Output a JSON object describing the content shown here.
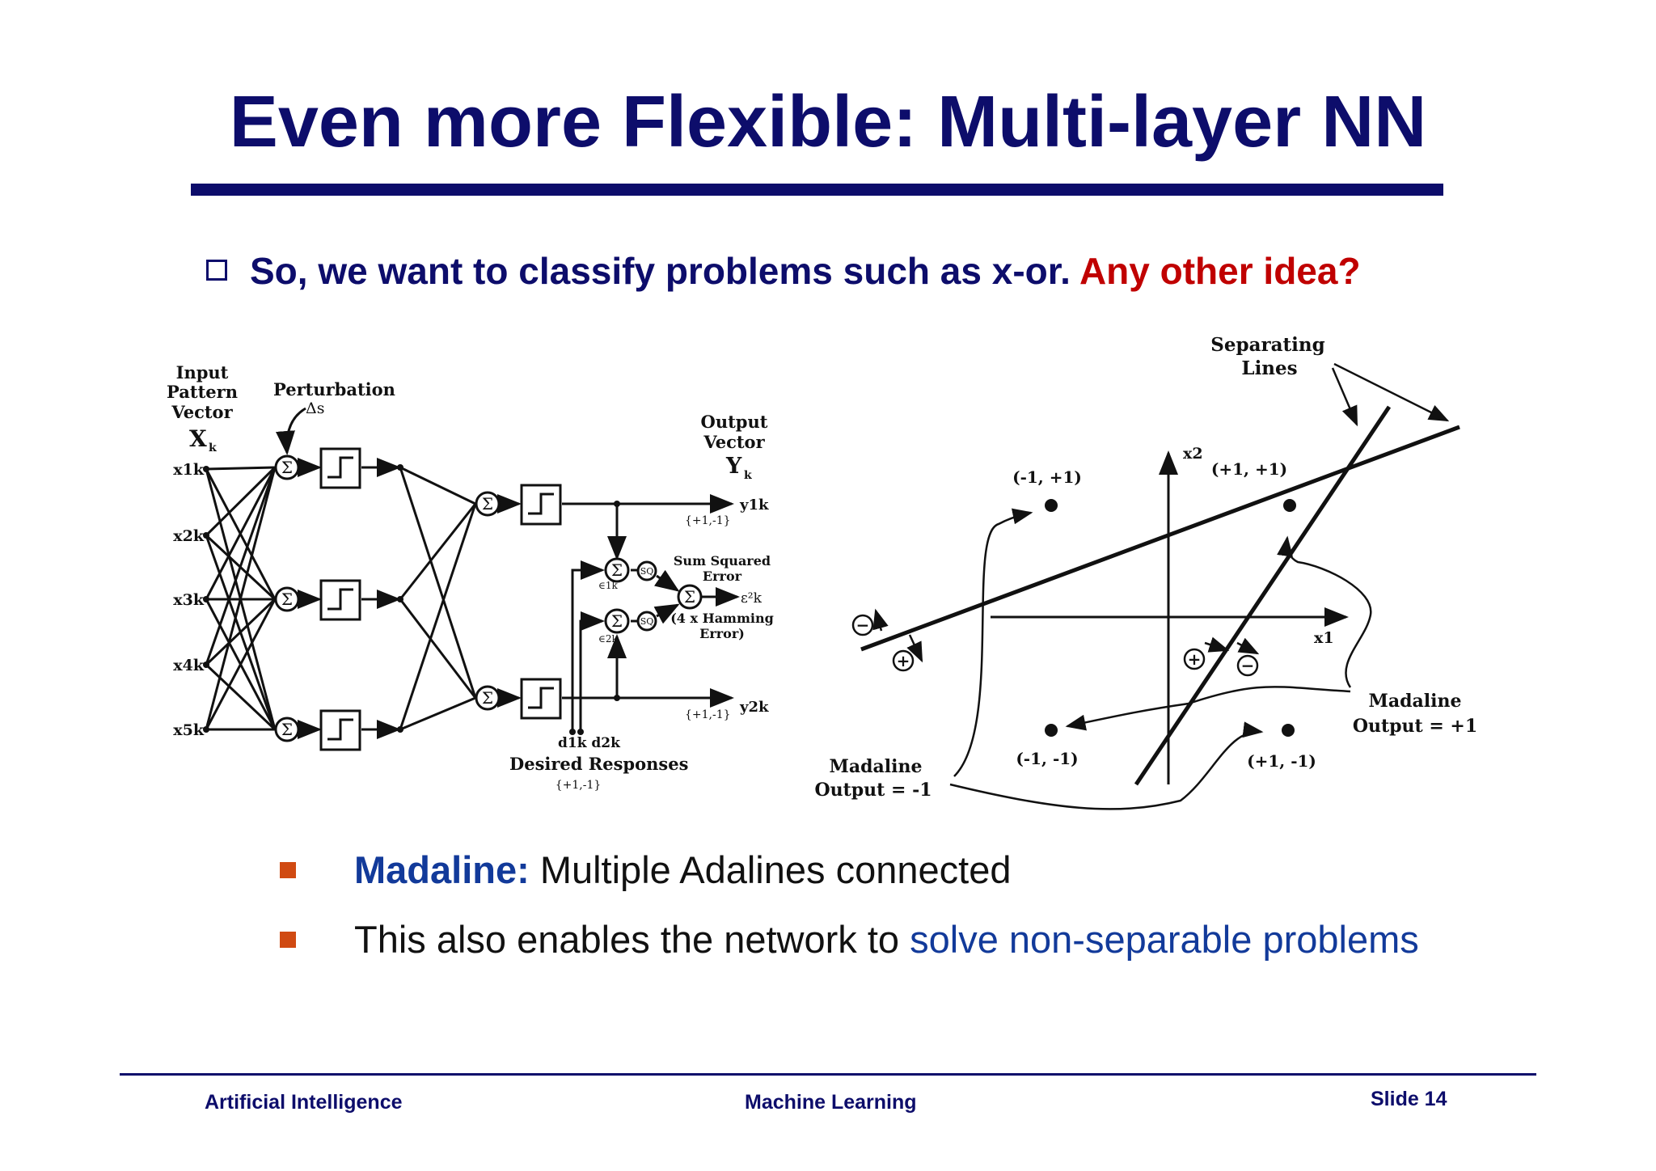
{
  "slide": {
    "title": "Even more Flexible: Multi-layer NN",
    "bullet_main": "So, we want to classify problems such as x-or.",
    "bullet_highlight": "Any other idea?"
  },
  "figure_left": {
    "input_label": [
      "Input",
      "Pattern",
      "Vector"
    ],
    "input_symbol": "X",
    "input_sub": "k",
    "inputs": [
      "x1k",
      "x2k",
      "x3k",
      "x4k",
      "x5k"
    ],
    "perturbation": "Perturbation",
    "delta": "Δs",
    "output_label": [
      "Output",
      "Vector"
    ],
    "output_symbol": "Y",
    "output_sub": "k",
    "y1": "y1k",
    "y2": "y2k",
    "range_top": "{+1,-1}",
    "range_bottom": "{+1,-1}",
    "sum": "Σ",
    "sq": "SQ",
    "eps1": "∈1k",
    "eps2": "∈2k",
    "sse": [
      "Sum Squared",
      "Error"
    ],
    "sse_symbol": "ε²k",
    "hamming": [
      "(4 x Hamming",
      "Error)"
    ],
    "d_labels": "d1k d2k",
    "desired": "Desired  Responses",
    "desired_range": "{+1,-1}"
  },
  "figure_right": {
    "separating": [
      "Separating",
      "Lines"
    ],
    "x2": "x2",
    "x1": "x1",
    "pt_tl": "(-1, +1)",
    "pt_tr": "(+1, +1)",
    "pt_bl": "(-1, -1)",
    "pt_br": "(+1, -1)",
    "madaline_pos": [
      "Madaline",
      "Output = +1"
    ],
    "madaline_neg": [
      "Madaline",
      "Output = -1"
    ],
    "minus": "−",
    "plus": "+"
  },
  "bullets": {
    "b1_bold": "Madaline:",
    "b1_rest": " Multiple Adalines connected",
    "b2_pre": "This also enables the network to ",
    "b2_blue": "solve non-separable problems"
  },
  "footer": {
    "left": "Artificial Intelligence",
    "center": "Machine Learning",
    "right": "Slide 14"
  }
}
